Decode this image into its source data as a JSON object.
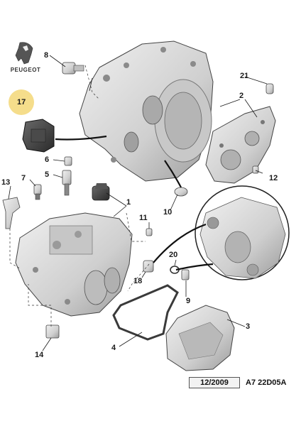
{
  "brand": {
    "name": "PEUGEOT",
    "logo_icon": "lion-logo-icon"
  },
  "callouts": {
    "c1": "1",
    "c2": "2",
    "c3": "3",
    "c4": "4",
    "c5": "5",
    "c6": "6",
    "c7": "7",
    "c8": "8",
    "c9": "9",
    "c10": "10",
    "c11": "11",
    "c12": "12",
    "c13": "13",
    "c14": "14",
    "c17": "17",
    "c18": "18",
    "c20": "20",
    "c21": "21"
  },
  "highlight": {
    "part": "17",
    "color": "#f5dd8b"
  },
  "footer": {
    "date": "12/2009",
    "code": "A7 22D05A"
  },
  "colors": {
    "part_fill": "#d9d9d9",
    "part_shade": "#a8a8a8",
    "line": "#1a1a1a",
    "dark_part": "#3a3a3a"
  }
}
